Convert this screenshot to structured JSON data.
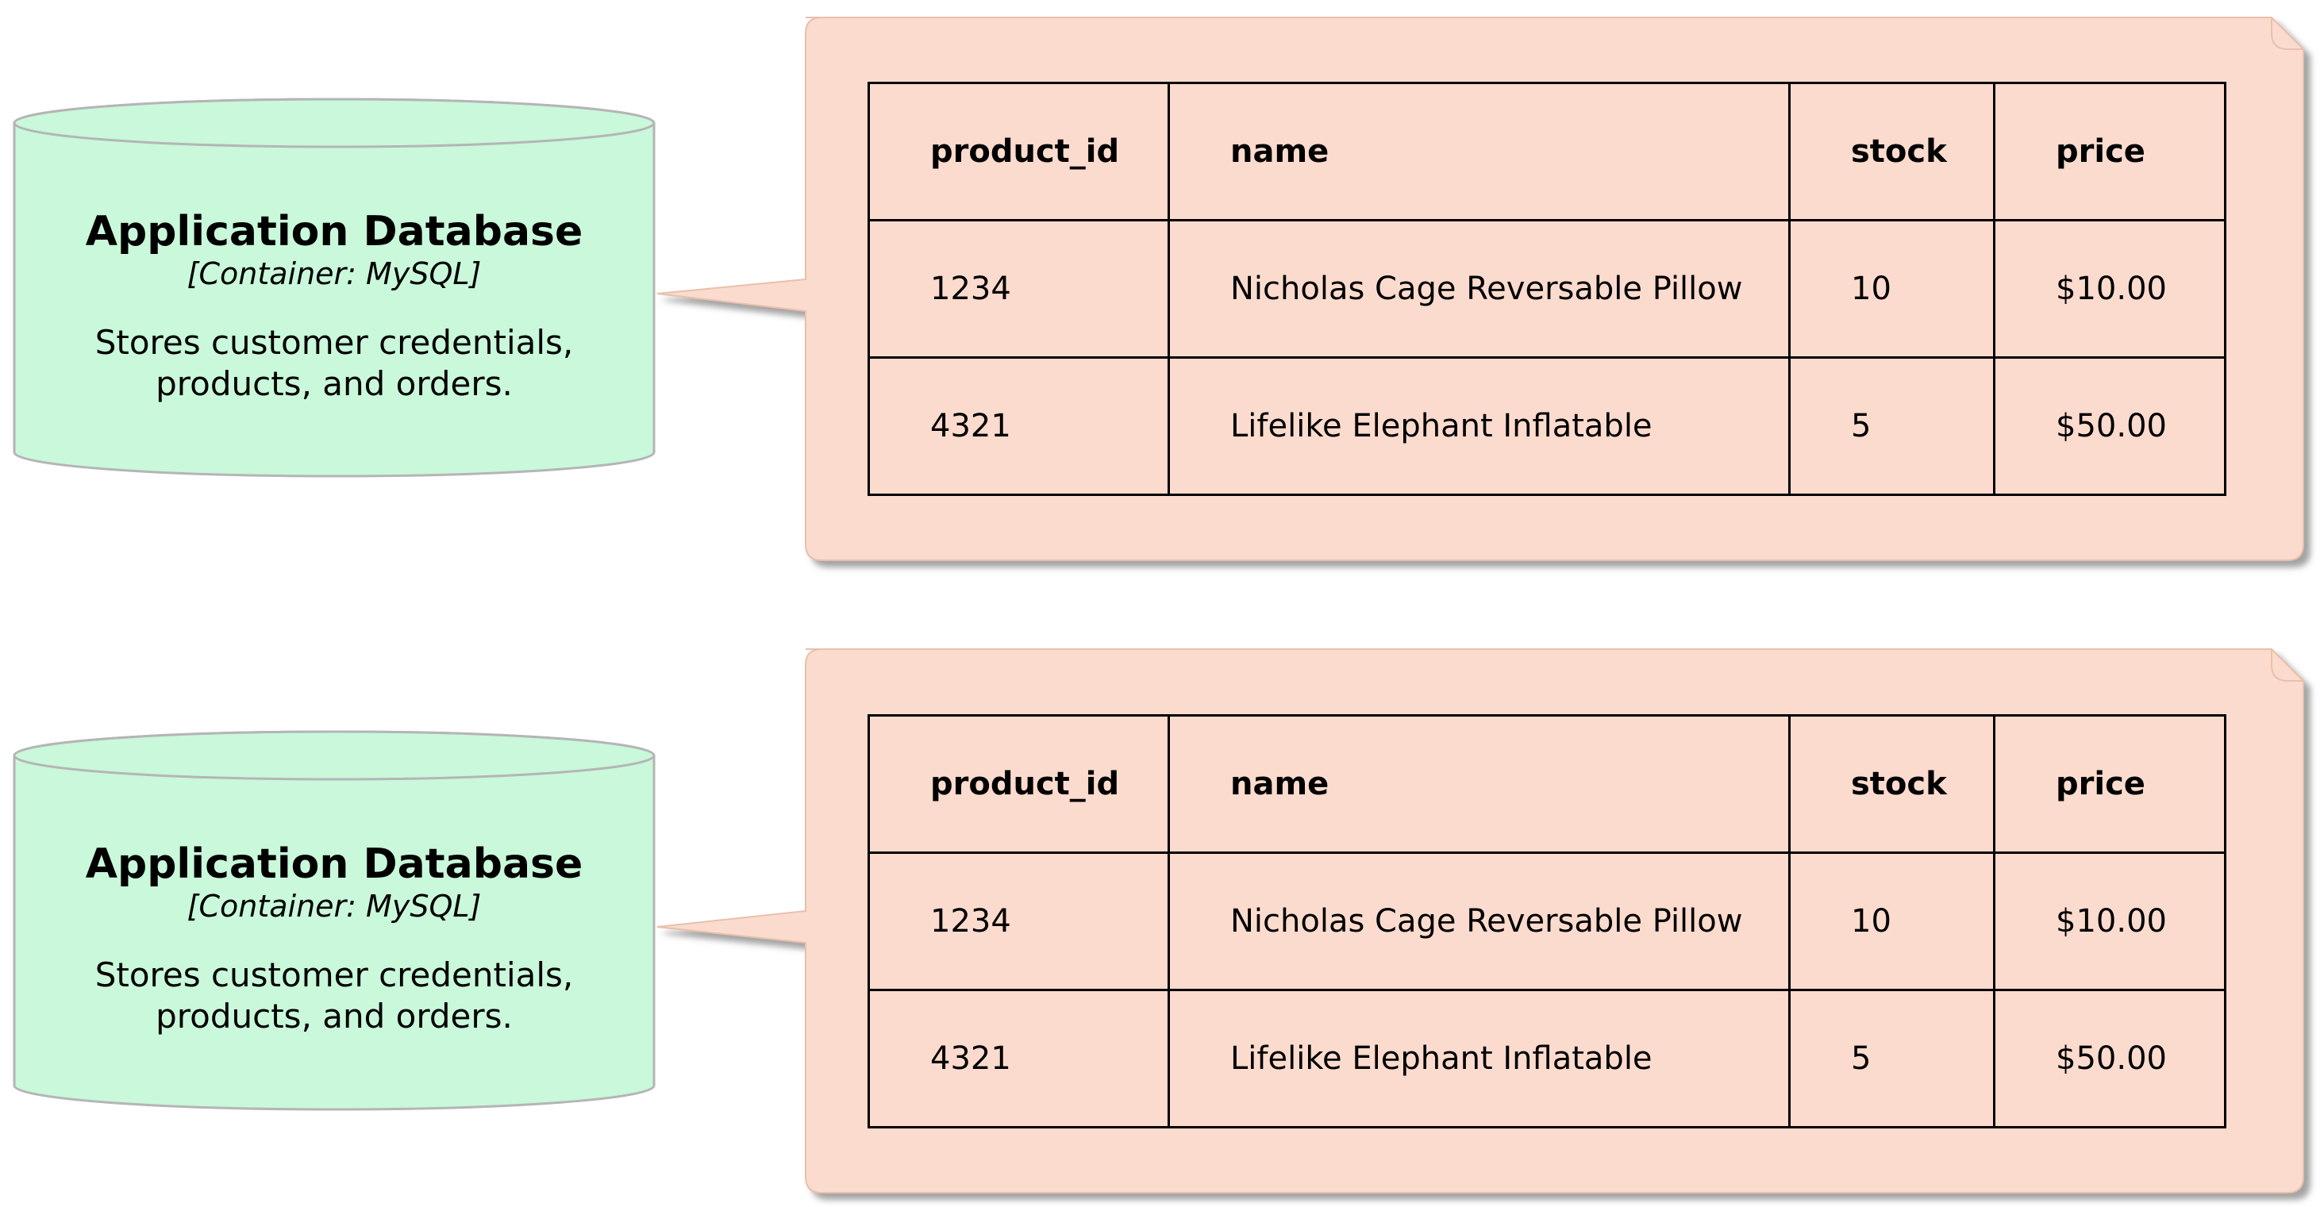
{
  "colors": {
    "database_fill": "#c9f8db",
    "database_stroke": "#b5b5b5",
    "note_fill": "#fbdbcd",
    "note_stroke": "#e8c0ad",
    "shadow": "#9a9a9a",
    "border": "#000000"
  },
  "groups": [
    {
      "database": {
        "title": "Application Database",
        "technology": "[Container: MySQL]",
        "description_line1": "Stores customer credentials,",
        "description_line2": "products, and orders."
      },
      "table": {
        "headers": [
          "product_id",
          "name",
          "stock",
          "price"
        ],
        "rows": [
          [
            "1234",
            "Nicholas Cage Reversable Pillow",
            "10",
            "$10.00"
          ],
          [
            "4321",
            "Lifelike Elephant Inflatable",
            "5",
            "$50.00"
          ]
        ]
      }
    },
    {
      "database": {
        "title": "Application Database",
        "technology": "[Container: MySQL]",
        "description_line1": "Stores customer credentials,",
        "description_line2": "products, and orders."
      },
      "table": {
        "headers": [
          "product_id",
          "name",
          "stock",
          "price"
        ],
        "rows": [
          [
            "1234",
            "Nicholas Cage Reversable Pillow",
            "10",
            "$10.00"
          ],
          [
            "4321",
            "Lifelike Elephant Inflatable",
            "5",
            "$50.00"
          ]
        ]
      }
    }
  ]
}
